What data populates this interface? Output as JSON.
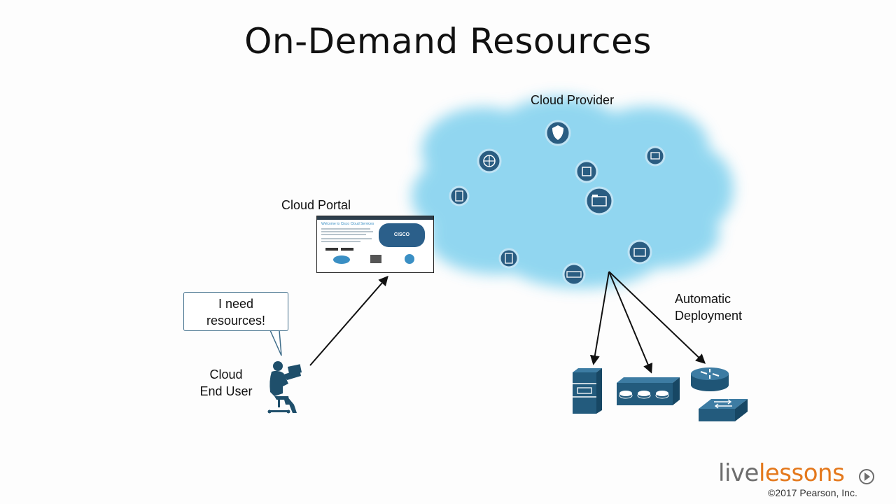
{
  "slide": {
    "title": "On-Demand Resources",
    "cloud_provider_label": "Cloud Provider",
    "cloud_portal_label": "Cloud Portal",
    "bubble_text": [
      "I need",
      "resources!"
    ],
    "end_user_label": [
      "Cloud",
      "End User"
    ],
    "automatic_deployment_label": [
      "Automatic",
      "Deployment"
    ]
  },
  "portal_screen": {
    "heading": "Welcome to Cisco Cloud Services",
    "logo_text": "CISCO"
  },
  "branding": {
    "logo_live": "live",
    "logo_lessons": "lessons",
    "copyright": "©2017 Pearson, Inc.",
    "live_color": "#6d6d6d",
    "lessons_color": "#e4781c"
  },
  "icons": [
    "shield-icon",
    "globe-icon",
    "chip-icon",
    "folder-icon",
    "server-icon",
    "storage-icon",
    "router-icon",
    "switch-icon",
    "user-laptop-icon",
    "play-icon"
  ]
}
